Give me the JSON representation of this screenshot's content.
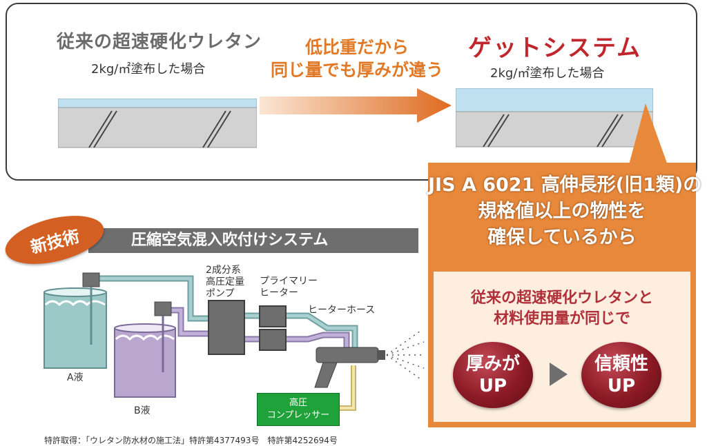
{
  "comparison": {
    "conventional_title": "従来の超速硬化ウレタン",
    "conventional_sub": "2kg/㎡塗布した場合",
    "arrow_text_line1": "低比重だから",
    "arrow_text_line2": "同じ量でも厚みが違う",
    "get_title": "ゲットシステム",
    "get_sub": "2kg/㎡塗布した場合"
  },
  "panel": {
    "line1": "JIS A 6021 高伸長形(旧1類)の",
    "line2": "規格値以上の物性を",
    "line3": "確保しているから",
    "inner_line1": "従来の超速硬化ウレタンと",
    "inner_line2": "材料使用量が同じで",
    "ball1_line1": "厚みが",
    "ball1_line2": "UP",
    "ball2_line1": "信頼性",
    "ball2_line2": "UP"
  },
  "system": {
    "badge": "新技術",
    "title": "圧縮空気混入吹付けシステム",
    "pump_line1": "2成分系",
    "pump_line2": "高圧定量",
    "pump_line3": "ポンプ",
    "heater_line1": "プライマリー",
    "heater_line2": "ヒーター",
    "hose": "ヒーターホース",
    "liquid_a": "A液",
    "liquid_b": "B液",
    "compressor_line1": "高圧",
    "compressor_line2": "コンプレッサー",
    "patent": "特許取得：「ウレタン防水材の施工法」特許第4377493号　特許第4252694号"
  },
  "colors": {
    "accent_red": "#c0272d",
    "accent_orange": "#e8883a",
    "coating_blue": "#bfe0ee",
    "liquid_a": "#9cc8c8",
    "liquid_b": "#b9a7cf"
  }
}
